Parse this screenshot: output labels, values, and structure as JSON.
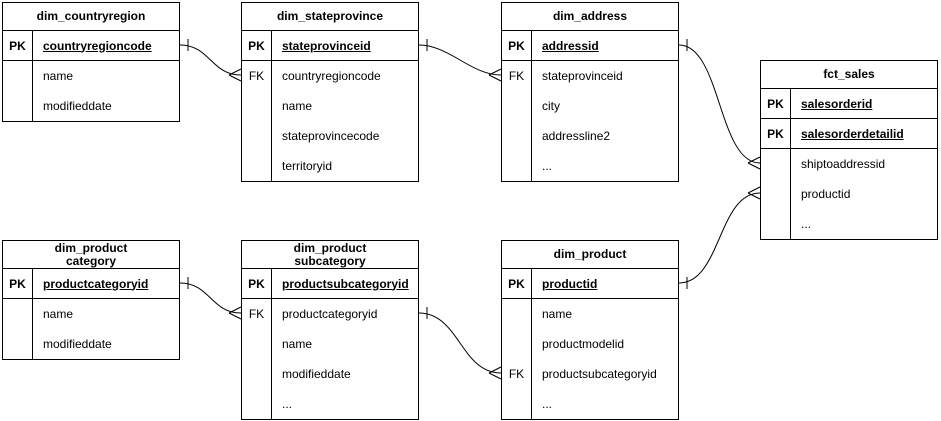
{
  "colors": {
    "line": "#000000",
    "background": "#ffffff",
    "text": "#000000"
  },
  "tables": [
    {
      "title": "dim_countryregion",
      "rows": [
        {
          "key": "PK",
          "label": "countryregioncode"
        },
        {
          "key": "",
          "label": "name"
        },
        {
          "key": "",
          "label": "modifieddate"
        }
      ]
    },
    {
      "title": "dim_stateprovince",
      "rows": [
        {
          "key": "PK",
          "label": "stateprovinceid"
        },
        {
          "key": "FK",
          "label": "countryregioncode"
        },
        {
          "key": "",
          "label": "name"
        },
        {
          "key": "",
          "label": "stateprovincecode"
        },
        {
          "key": "",
          "label": "territoryid"
        }
      ]
    },
    {
      "title": "dim_address",
      "rows": [
        {
          "key": "PK",
          "label": "addressid"
        },
        {
          "key": "FK",
          "label": "stateprovinceid"
        },
        {
          "key": "",
          "label": "city"
        },
        {
          "key": "",
          "label": "addressline2"
        },
        {
          "key": "",
          "label": "..."
        }
      ]
    },
    {
      "title": "fct_sales",
      "rows": [
        {
          "key": "PK",
          "label": "salesorderid"
        },
        {
          "key": "PK",
          "label": "salesorderdetailid"
        },
        {
          "key": "",
          "label": "shiptoaddressid"
        },
        {
          "key": "",
          "label": "productid"
        },
        {
          "key": "",
          "label": "..."
        }
      ]
    },
    {
      "title": "dim_product\ncategory",
      "rows": [
        {
          "key": "PK",
          "label": "productcategoryid"
        },
        {
          "key": "",
          "label": "name"
        },
        {
          "key": "",
          "label": "modifieddate"
        }
      ]
    },
    {
      "title": "dim_product\nsubcategory",
      "rows": [
        {
          "key": "PK",
          "label": "productsubcategoryid"
        },
        {
          "key": "FK",
          "label": "productcategoryid"
        },
        {
          "key": "",
          "label": "name"
        },
        {
          "key": "",
          "label": "modifieddate"
        },
        {
          "key": "",
          "label": "..."
        }
      ]
    },
    {
      "title": "dim_product",
      "rows": [
        {
          "key": "PK",
          "label": "productid"
        },
        {
          "key": "",
          "label": "name"
        },
        {
          "key": "",
          "label": "productmodelid"
        },
        {
          "key": "FK",
          "label": "productsubcategoryid"
        },
        {
          "key": "",
          "label": "..."
        }
      ]
    }
  ],
  "relationships": [
    {
      "from": "dim_countryregion.countryregioncode",
      "to": "dim_stateprovince.countryregioncode",
      "cardinality": "one-to-many"
    },
    {
      "from": "dim_stateprovince.stateprovinceid",
      "to": "dim_address.stateprovinceid",
      "cardinality": "one-to-many"
    },
    {
      "from": "dim_address.addressid",
      "to": "fct_sales.shiptoaddressid",
      "cardinality": "one-to-many"
    },
    {
      "from": "dim_product.productid",
      "to": "fct_sales.productid",
      "cardinality": "one-to-many"
    },
    {
      "from": "dim_productcategory.productcategoryid",
      "to": "dim_productsubcategory.productcategoryid",
      "cardinality": "one-to-many"
    },
    {
      "from": "dim_productsubcategory.productsubcategoryid",
      "to": "dim_product.productsubcategoryid",
      "cardinality": "one-to-many"
    }
  ]
}
